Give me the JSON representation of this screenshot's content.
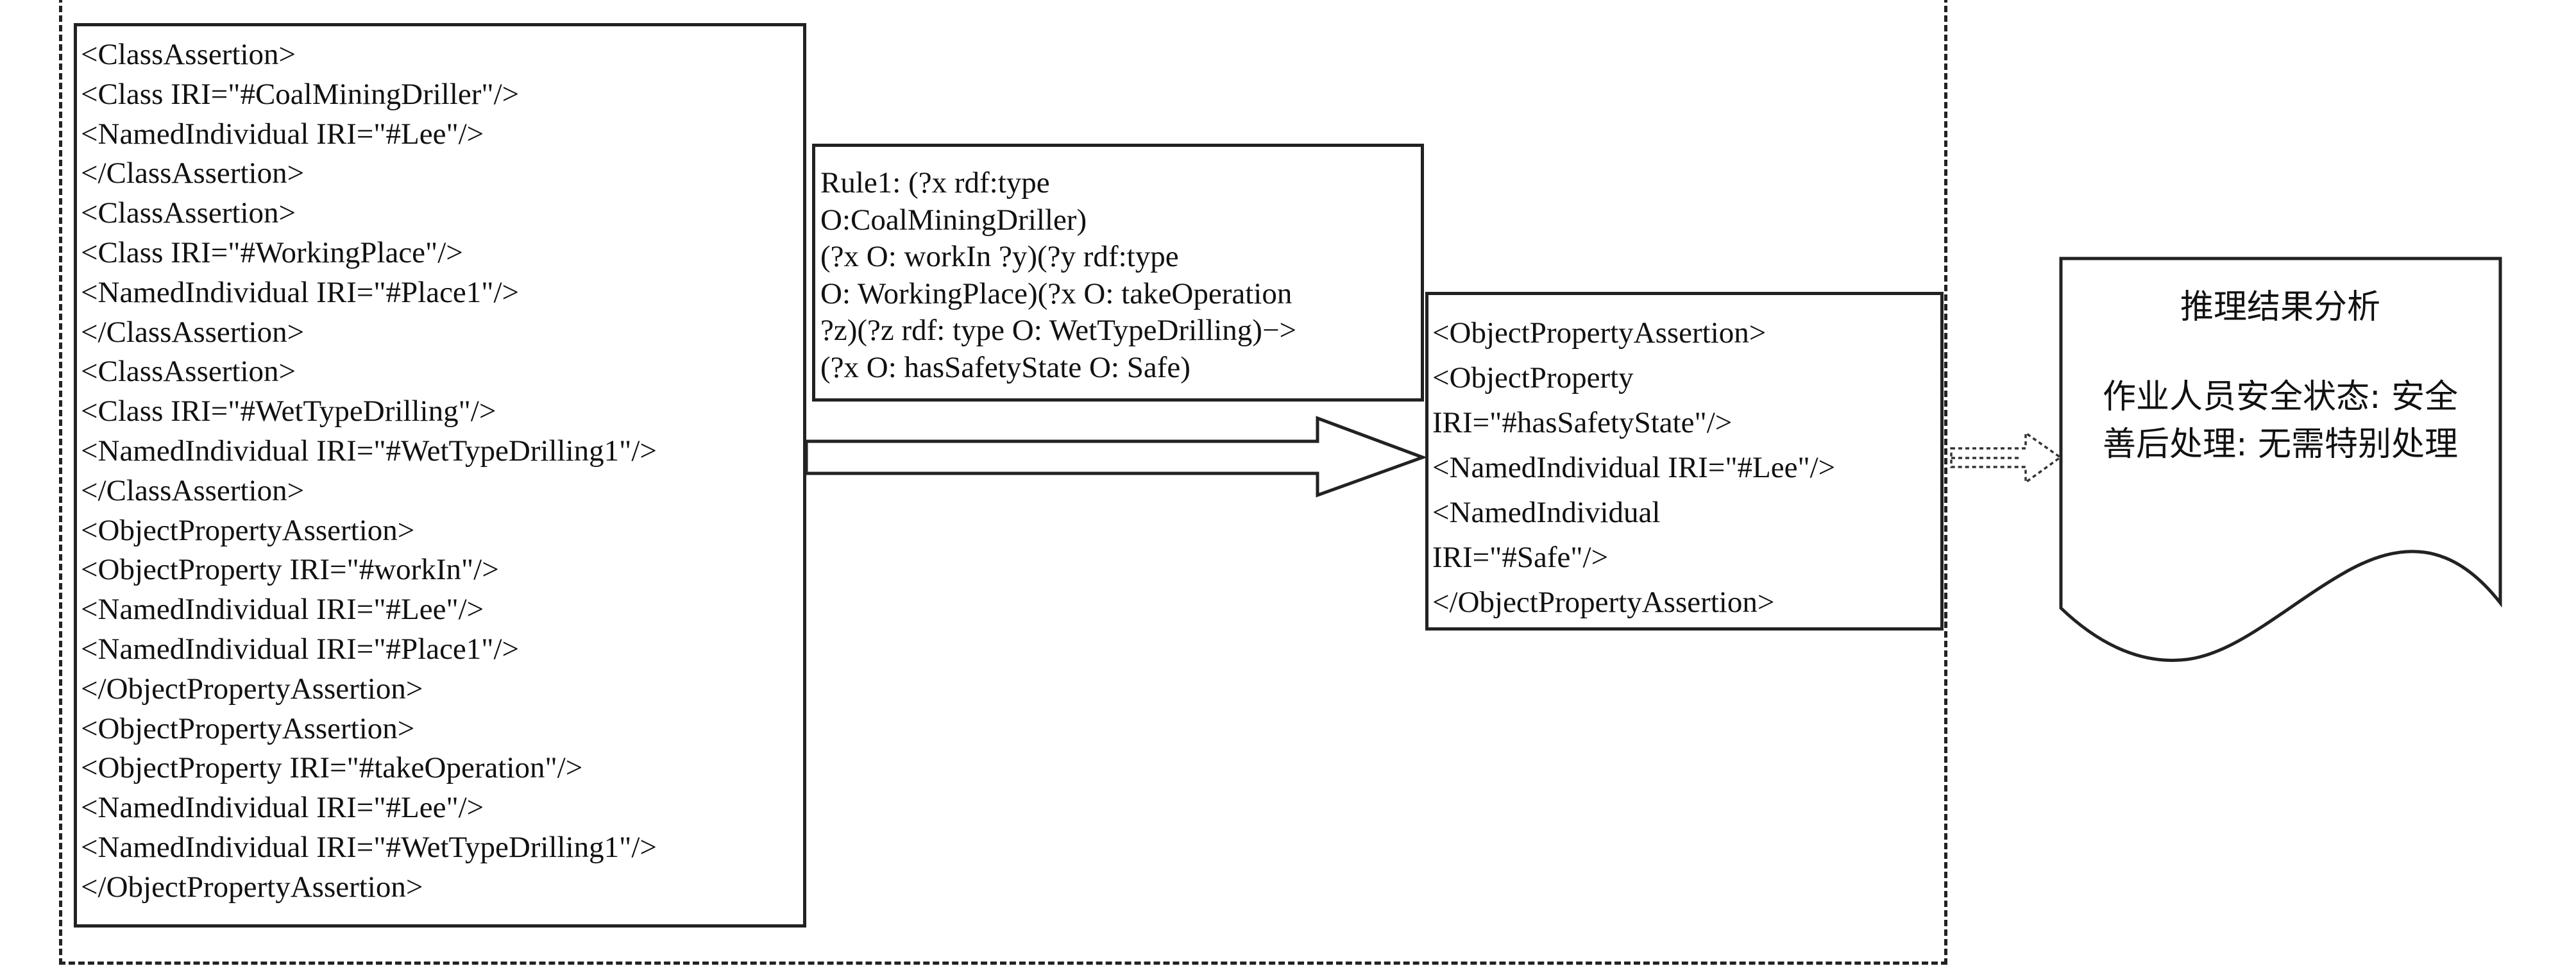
{
  "owl_facts": [
    "<ClassAssertion>",
    "<Class IRI=\"#CoalMiningDriller\"/>",
    "<NamedIndividual IRI=\"#Lee\"/>",
    "</ClassAssertion>",
    "<ClassAssertion>",
    "<Class IRI=\"#WorkingPlace\"/>",
    "<NamedIndividual IRI=\"#Place1\"/>",
    "</ClassAssertion>",
    "<ClassAssertion>",
    "<Class IRI=\"#WetTypeDrilling\"/>",
    "<NamedIndividual IRI=\"#WetTypeDrilling1\"/>",
    "</ClassAssertion>",
    "<ObjectPropertyAssertion>",
    "<ObjectProperty IRI=\"#workIn\"/>",
    "<NamedIndividual IRI=\"#Lee\"/>",
    "<NamedIndividual IRI=\"#Place1\"/>",
    "</ObjectPropertyAssertion>",
    "<ObjectPropertyAssertion>",
    "<ObjectProperty IRI=\"#takeOperation\"/>",
    "<NamedIndividual IRI=\"#Lee\"/>",
    "<NamedIndividual IRI=\"#WetTypeDrilling1\"/>",
    "</ObjectPropertyAssertion>"
  ],
  "rule": [
    "Rule1: (?x rdf:type",
    "O:CoalMiningDriller)",
    "(?x O: workIn ?y)(?y rdf:type",
    "O: WorkingPlace)(?x O: takeOperation",
    "?z)(?z rdf: type O: WetTypeDrilling)−>",
    "(?x O: hasSafetyState O: Safe)"
  ],
  "inferred_result": [
    "<ObjectPropertyAssertion>",
    "<ObjectProperty",
    "IRI=\"#hasSafetyState\"/>",
    "<NamedIndividual IRI=\"#Lee\"/>",
    "<NamedIndividual",
    "IRI=\"#Safe\"/>",
    "</ObjectPropertyAssertion>"
  ],
  "analysis": {
    "title": "推理结果分析",
    "line1": "作业人员安全状态: 安全",
    "line2": "善后处理: 无需特别处理"
  }
}
